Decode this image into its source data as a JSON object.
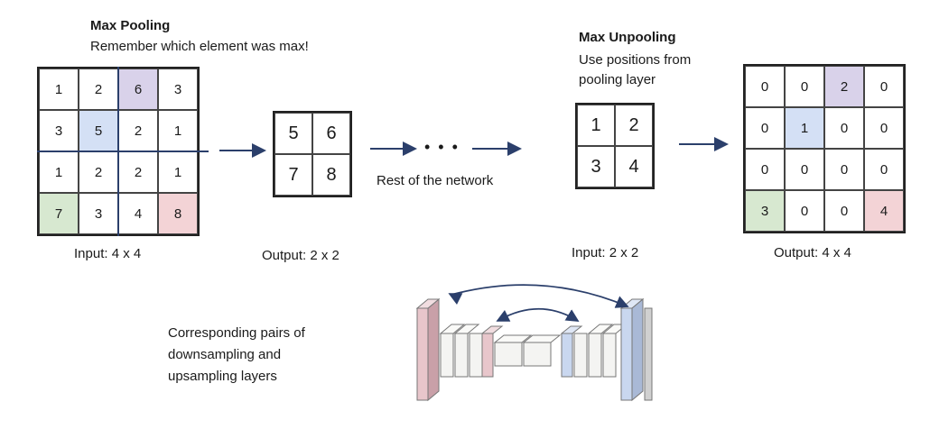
{
  "max_pooling": {
    "title": "Max Pooling",
    "subtitle": "Remember which element was max!",
    "input_grid": [
      [
        "1",
        "2",
        "6",
        "3"
      ],
      [
        "3",
        "5",
        "2",
        "1"
      ],
      [
        "1",
        "2",
        "2",
        "1"
      ],
      [
        "7",
        "3",
        "4",
        "8"
      ]
    ],
    "highlights": [
      {
        "row": 0,
        "col": 2,
        "color": "#d9d2ea"
      },
      {
        "row": 1,
        "col": 1,
        "color": "#d4e0f5"
      },
      {
        "row": 3,
        "col": 0,
        "color": "#d7e8d0"
      },
      {
        "row": 3,
        "col": 3,
        "color": "#f3d3d6"
      }
    ],
    "input_caption": "Input: 4 x 4",
    "output_grid": [
      [
        "5",
        "6"
      ],
      [
        "7",
        "8"
      ]
    ],
    "output_caption": "Output: 2 x 2"
  },
  "middle": {
    "dots": "• • •",
    "label": "Rest of the network"
  },
  "max_unpooling": {
    "title": "Max Unpooling",
    "subtitle_lines": [
      "Use positions from",
      "pooling layer"
    ],
    "input_grid": [
      [
        "1",
        "2"
      ],
      [
        "3",
        "4"
      ]
    ],
    "input_caption": "Input: 2 x 2",
    "output_grid": [
      [
        "0",
        "0",
        "2",
        "0"
      ],
      [
        "0",
        "1",
        "0",
        "0"
      ],
      [
        "0",
        "0",
        "0",
        "0"
      ],
      [
        "3",
        "0",
        "0",
        "4"
      ]
    ],
    "highlights": [
      {
        "row": 0,
        "col": 2,
        "color": "#d9d2ea"
      },
      {
        "row": 1,
        "col": 1,
        "color": "#d4e0f5"
      },
      {
        "row": 3,
        "col": 0,
        "color": "#d7e8d0"
      },
      {
        "row": 3,
        "col": 3,
        "color": "#f3d3d6"
      }
    ],
    "output_caption": "Output: 4 x 4"
  },
  "bottom": {
    "caption_lines": [
      "Corresponding pairs of",
      "downsampling and",
      "upsampling layers"
    ]
  },
  "colors": {
    "arrow": "#2b3f6b",
    "grid_border": "#222222",
    "layer_pink": "#e8c6cb",
    "layer_blue": "#c9d7ef",
    "layer_gray": "#d0d0d0",
    "layer_white": "#f4f4f2"
  }
}
